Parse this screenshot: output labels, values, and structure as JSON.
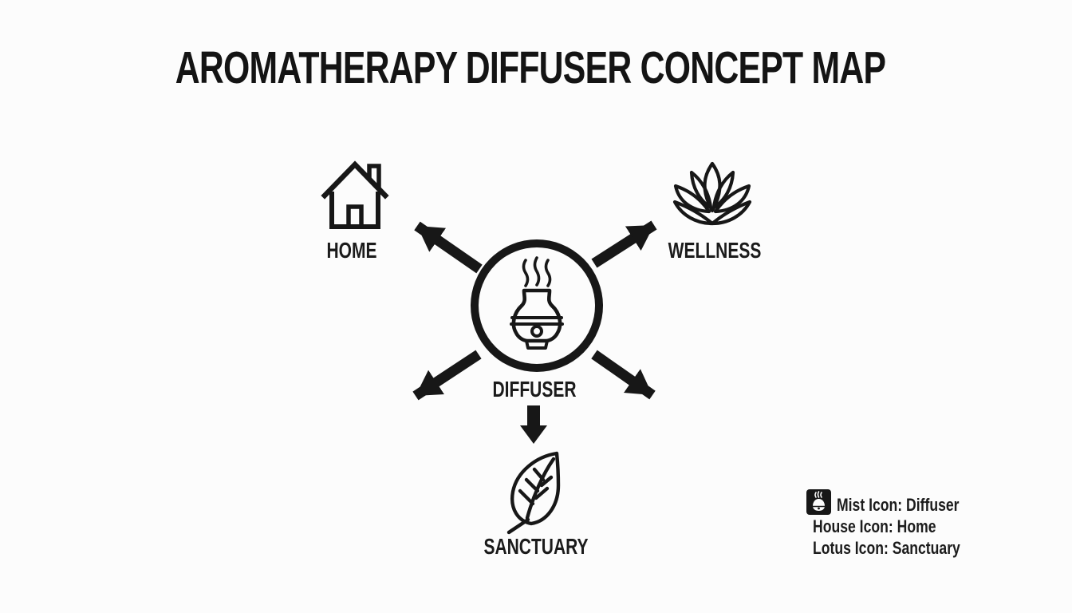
{
  "title": "AROMATHERAPY DIFFUSER CONCEPT MAP",
  "nodes": {
    "center": {
      "label": "DIFFUSER",
      "icon": "mist-diffuser-icon"
    },
    "home": {
      "label": "HOME",
      "icon": "house-icon"
    },
    "wellness": {
      "label": "WELLNESS",
      "icon": "lotus-icon"
    },
    "sanctuary": {
      "label": "SANCTUARY",
      "icon": "leaf-icon"
    }
  },
  "legend": {
    "items": [
      {
        "text": "Mist Icon: Diffuser",
        "icon": "mist-legend-icon"
      },
      {
        "text": "House Icon: Home"
      },
      {
        "text": "Lotus Icon: Sanctuary"
      }
    ]
  },
  "colors": {
    "ink": "#171717",
    "background": "#fcfcfc"
  }
}
